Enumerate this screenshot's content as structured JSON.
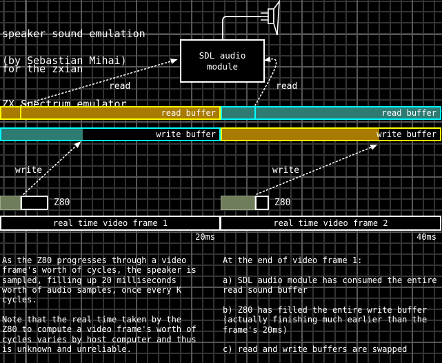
{
  "title": {
    "lines": [
      "speaker sound emulation",
      "for the zxian",
      "ZX Spectrum emulator"
    ],
    "byline": "(by Sebastian Mihai)"
  },
  "sdl_module": {
    "lines": [
      "SDL audio",
      "module"
    ]
  },
  "arrows": {
    "read_left": "read",
    "read_right": "read",
    "write_left": "write",
    "write_right": "write"
  },
  "frame1": {
    "read_buffer_label": "read buffer",
    "write_buffer_label": "write buffer",
    "z80_label": "Z80",
    "frame_label": "real time video frame 1",
    "time_label": "20ms"
  },
  "frame2": {
    "read_buffer_label": "read buffer",
    "write_buffer_label": "write buffer",
    "z80_label": "Z80",
    "frame_label": "real time video frame 2",
    "time_label": "40ms"
  },
  "notes": {
    "left_para1": "As the Z80 progresses through a video\nframe's worth of cycles, the speaker is\nsampled, filling up 20 milliseconds\nworth of audio samples, once every K\ncycles.",
    "left_para2": "Note that the real time taken by the\nZ80 to compute a video frame's worth of\ncycles varies by host computer and thus\nis unknown and unreliable.",
    "right_intro": "At the end of video frame 1:",
    "right_a": "a) SDL audio module has consumed the entire\nread sound buffer",
    "right_b": "b) Z80 has filled the entire write buffer\n(actually finishing much earlier than the\nframe's 20ms)",
    "right_c": "c) read and write buffers are swapped"
  },
  "colors": {
    "background": "#000000",
    "grid_minor": "#333333",
    "grid_major": "#565656",
    "gold_fill": "#a87a00",
    "gold_border": "#ffff00",
    "teal_fill": "#2e7b73",
    "teal_border": "#00ffff",
    "z80_green": "#6f7d5c",
    "text": "#ffffff"
  }
}
